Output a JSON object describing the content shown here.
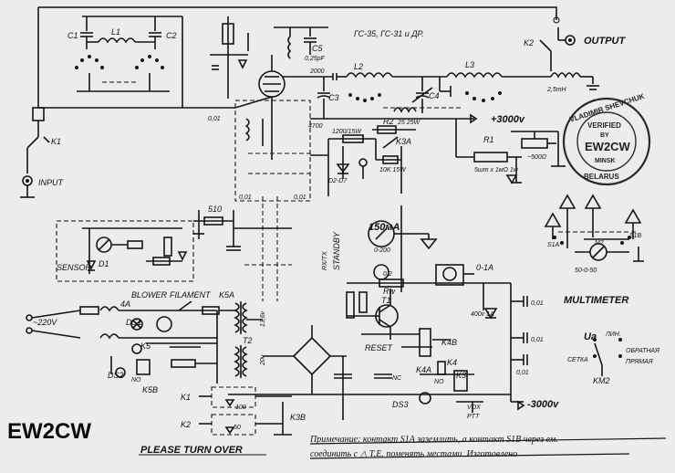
{
  "labels": {
    "tubes": "ГС-35, ГС-31 и ДР.",
    "output": "OUTPUT",
    "input": "INPUT",
    "k1": "K1",
    "k2": "K2",
    "c1": "C1",
    "c2": "C2",
    "l1": "L1",
    "l2": "L2",
    "l3": "L3",
    "c3": "C3",
    "c4": "C4",
    "c5": "C5",
    "c5_val": "0,25pF",
    "l3_ind": "2,5mH",
    "r2": "R2",
    "r2_val": "25\n25W",
    "hv_plus": "+3000v",
    "hv_minus": "-3000v",
    "r1": "R1",
    "r1_val": "5шт x 1мΩ\n1w",
    "pot_500": "~500Ω",
    "k3a": "K3A",
    "k3b": "K3B",
    "k3": "K3",
    "k4a": "K4A",
    "k4b": "K4B",
    "k4": "K4",
    "k5a": "K5A",
    "k5b": "K5B",
    "k5": "K5",
    "d2d7": "D2-D7",
    "d1": "D1",
    "ds1": "DS1",
    "ds2": "DS2",
    "ds3": "DS3",
    "t1": "T1",
    "t2": "T2",
    "rw": "Rw",
    "meter_150": "150мА",
    "meter_0200": "0-200",
    "meter_01a": "0-1A",
    "sensor": "SENSOR",
    "standby": "STANDBY",
    "rx_tx": "RX/TX",
    "reset": "RESET",
    "blower": "BLOWER",
    "filament": "FILAMENT",
    "mains": "~220V",
    "fuse": "4A",
    "val_2000": "2000",
    "val_001": "0,01",
    "val_510": "510",
    "val_135v": "13,6v",
    "val_20v": "20v",
    "val_100": "100",
    "val_50": "50",
    "val_1200_15w": "1200/15W",
    "val_10k": "10K\n15W",
    "val_4700": "4700",
    "val_400v": "400v\n1A",
    "val_02": "0,2",
    "k1_lbl": "K1",
    "k2_lbl": "K2",
    "k3b_lbl": "K3B",
    "nc": "NC",
    "no": "NO",
    "vox": "VOX",
    "ptt": "PTT",
    "multimeter": "MULTIMETER",
    "s1a": "S1A",
    "s1b": "S1B",
    "m2": "M2",
    "km2": "KM2",
    "range": "50-0-50",
    "ua": "Ua",
    "lin": "ЛИН.",
    "obrat": "ОБРАТНАЯ",
    "setka": "СЕТКА",
    "pryam": "ПРЯМАЯ",
    "callsign": "EW2CW",
    "turn_over": "PLEASE TURN OVER",
    "note_line1": "Примечание: контакт S1A заземлить, а контакт S1B через ем.",
    "note_line2": "соединить с △ Т.Е. поменять местами. Изготовлено"
  },
  "stamp": {
    "top": "VLADIMIR SHEVCHUK",
    "verified": "VERIFIED",
    "by": "BY",
    "call": "EW2CW",
    "city": "MINSK",
    "country": "BELARUS"
  },
  "colors": {
    "ink": "#151515",
    "paper": "#ececea"
  }
}
